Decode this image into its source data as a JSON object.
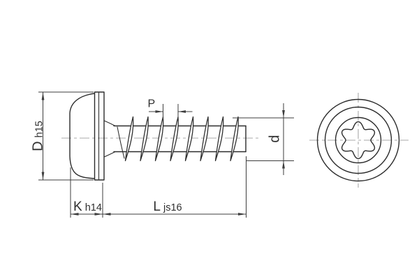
{
  "dimensions": {
    "head_diameter": {
      "letter": "D",
      "tolerance": "h15"
    },
    "head_height": {
      "letter": "K",
      "tolerance": "h14"
    },
    "length": {
      "letter": "L",
      "tolerance": "js16"
    },
    "pitch": {
      "letter": "P"
    },
    "thread_diameter": {
      "letter": "d"
    }
  },
  "colors": {
    "line": "#2b2b2b",
    "dimension": "#3d3d3d",
    "centerline": "#a8a8a8",
    "background": "#ffffff",
    "text": "#2f2f2f"
  }
}
